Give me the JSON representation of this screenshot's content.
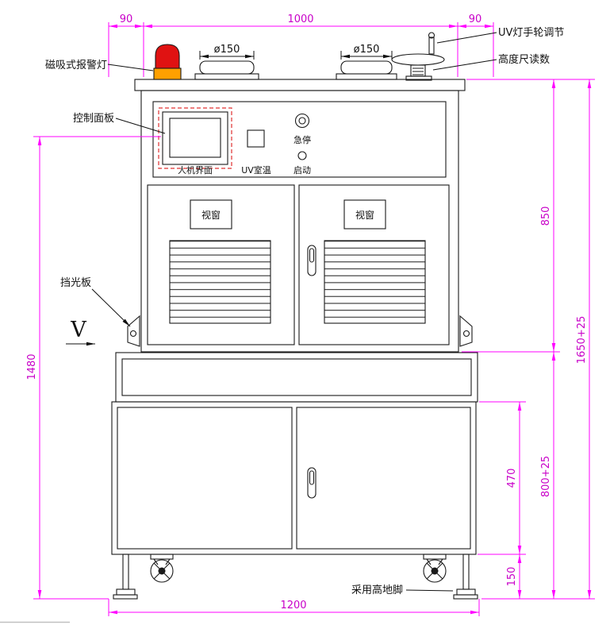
{
  "drawing": {
    "type": "engineering-front-view",
    "callouts": {
      "alarm_light": "磁吸式报警灯",
      "control_panel": "控制面板",
      "light_shield": "挡光板",
      "uv_handwheel": "UV灯手轮调节",
      "height_gauge": "高度尺读数",
      "leveling_feet": "采用高地脚",
      "view_marker": "V"
    },
    "panel_labels": {
      "hmi": "人机界面",
      "uv_temp": "UV室温",
      "estop": "急停",
      "start": "启动"
    },
    "window_label": "视窗",
    "dims": {
      "top_left_90": "90",
      "top_1000": "1000",
      "top_right_90": "90",
      "duct_left": "ø150",
      "duct_right": "ø150",
      "upper_850": "850",
      "lower_800": "800+25",
      "total_1650": "1650+25",
      "left_1480": "1480",
      "door_470": "470",
      "base_150": "150",
      "width_1200": "1200"
    },
    "colors": {
      "dimension_line": "#ff00ff",
      "dimension_text": "#c800c8",
      "outline": "#1a1a1a",
      "alarm_red": "#e01212",
      "alarm_orange": "#ffa000",
      "highlight_dashed": "#e03030"
    }
  }
}
